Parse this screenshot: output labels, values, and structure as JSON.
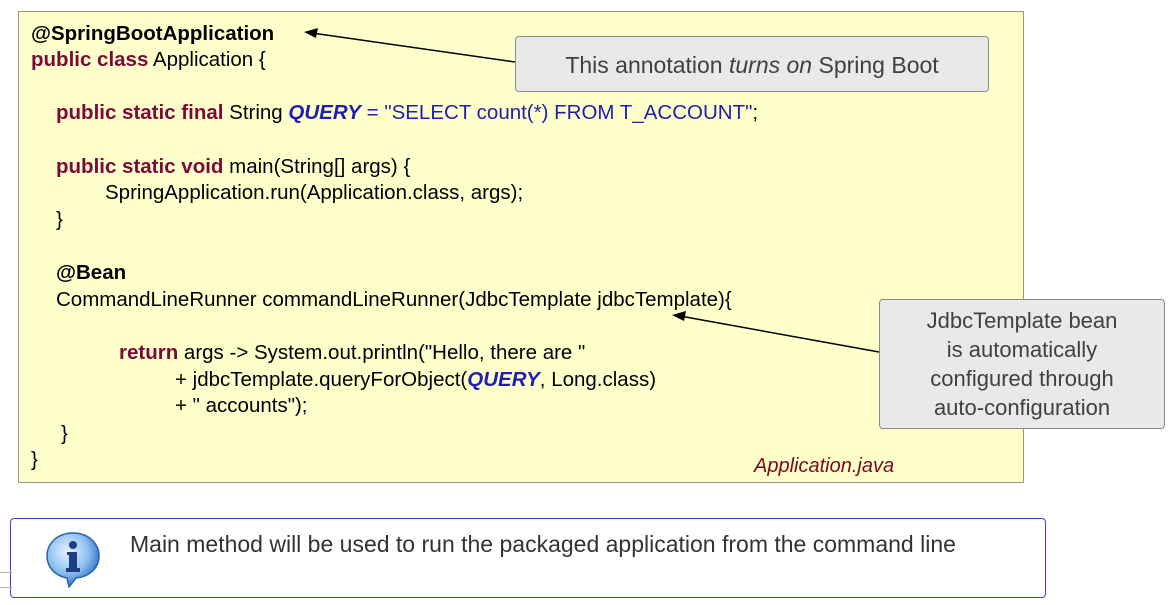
{
  "code": {
    "annotation_app": "@SpringBootApplication",
    "line_class": {
      "kw": "public class",
      "rest": " Application {"
    },
    "line_query": {
      "kw": "public static final",
      "type": " String ",
      "const": "QUERY",
      "eq": " = ",
      "str": "\"SELECT count(*) FROM T_ACCOUNT\"",
      "end": ";"
    },
    "line_main": {
      "kw": "public static void",
      "rest": " main(String[] args) {"
    },
    "line_run": "SpringApplication.run(Application.class, args);",
    "line_close_main": "}",
    "annotation_bean": "@Bean",
    "line_runner": "CommandLineRunner commandLineRunner(JdbcTemplate jdbcTemplate){",
    "line_return": {
      "kw": "return",
      "rest": " args -> System.out.println(\"Hello, there are \""
    },
    "line_query_call": {
      "pre": "+ jdbcTemplate.queryForObject(",
      "const": "QUERY",
      "post": ", Long.class)"
    },
    "line_accounts": "+ \" accounts\");",
    "line_close_runner": "}",
    "line_close_class": "}",
    "filename": "Application.java"
  },
  "callouts": {
    "annotation": {
      "pre": "This annotation ",
      "em": "turns on",
      "post": " Spring Boot"
    },
    "jdbc": [
      "JdbcTemplate bean",
      "is automatically",
      "configured through",
      "auto-configuration"
    ]
  },
  "info": {
    "icon": "info-icon",
    "text": "Main method will be used to run the packaged application from the command line"
  },
  "colors": {
    "keyword": "#7b0a3a",
    "constant": "#1e1eb4",
    "panel_bg": "#ffffcc",
    "callout_bg": "#e9e9e9",
    "info_border": "#3d3dbf"
  }
}
